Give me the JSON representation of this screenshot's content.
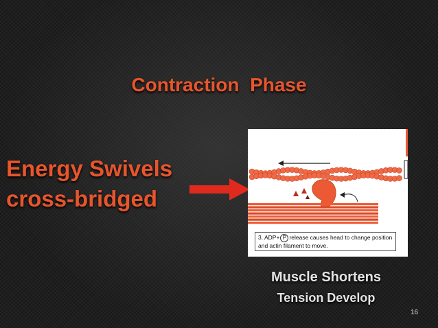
{
  "slide": {
    "title": "Contraction  Phase",
    "left_line1": "Energy Swivels",
    "left_line2": "cross-bridged",
    "label1": "Muscle Shortens",
    "label2": "Tension Develop",
    "page_number": "16"
  },
  "figure": {
    "caption_step": "3. ADP+",
    "caption_p": "P",
    "caption_rest": "release causes head to change position and actin filament to move."
  },
  "colors": {
    "accent": "#e8552c",
    "muscle": "#ec5a35",
    "arrow": "#e02a1d"
  }
}
